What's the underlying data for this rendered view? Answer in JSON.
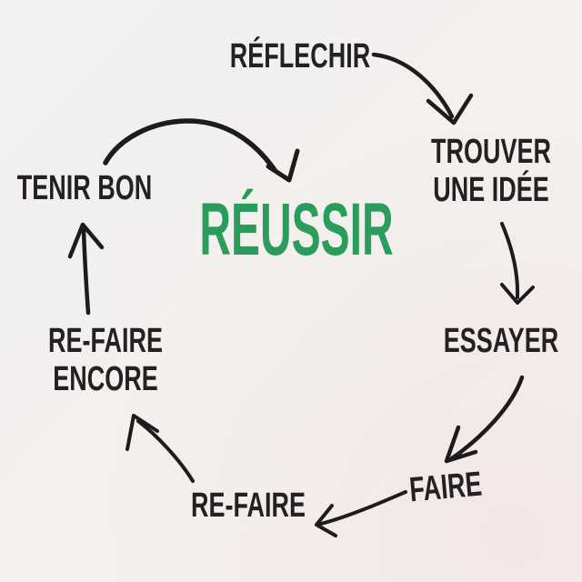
{
  "colors": {
    "background": "#f3f0ee",
    "text": "#242122",
    "arrow": "#1d1b1c",
    "accent_green": "#2a9d5c"
  },
  "center": {
    "label": "RÉUSSIR"
  },
  "nodes": {
    "reflechir": {
      "label": "RÉFLECHIR"
    },
    "trouver": {
      "line1": "TROUVER",
      "line2": "UNE IDÉE"
    },
    "essayer": {
      "label": "ESSAYER"
    },
    "faire": {
      "label": "FAIRE"
    },
    "refaire": {
      "label": "RE-FAIRE"
    },
    "refaire_encore": {
      "line1": "RE-FAIRE",
      "line2": "ENCORE"
    },
    "tenir_bon": {
      "label": "TENIR BON"
    }
  },
  "flow": [
    {
      "from": "reflechir",
      "to": "trouver"
    },
    {
      "from": "trouver",
      "to": "essayer"
    },
    {
      "from": "essayer",
      "to": "faire"
    },
    {
      "from": "faire",
      "to": "refaire"
    },
    {
      "from": "refaire",
      "to": "refaire_encore"
    },
    {
      "from": "refaire_encore",
      "to": "tenir_bon"
    },
    {
      "from": "tenir_bon",
      "to": "reussir"
    }
  ]
}
